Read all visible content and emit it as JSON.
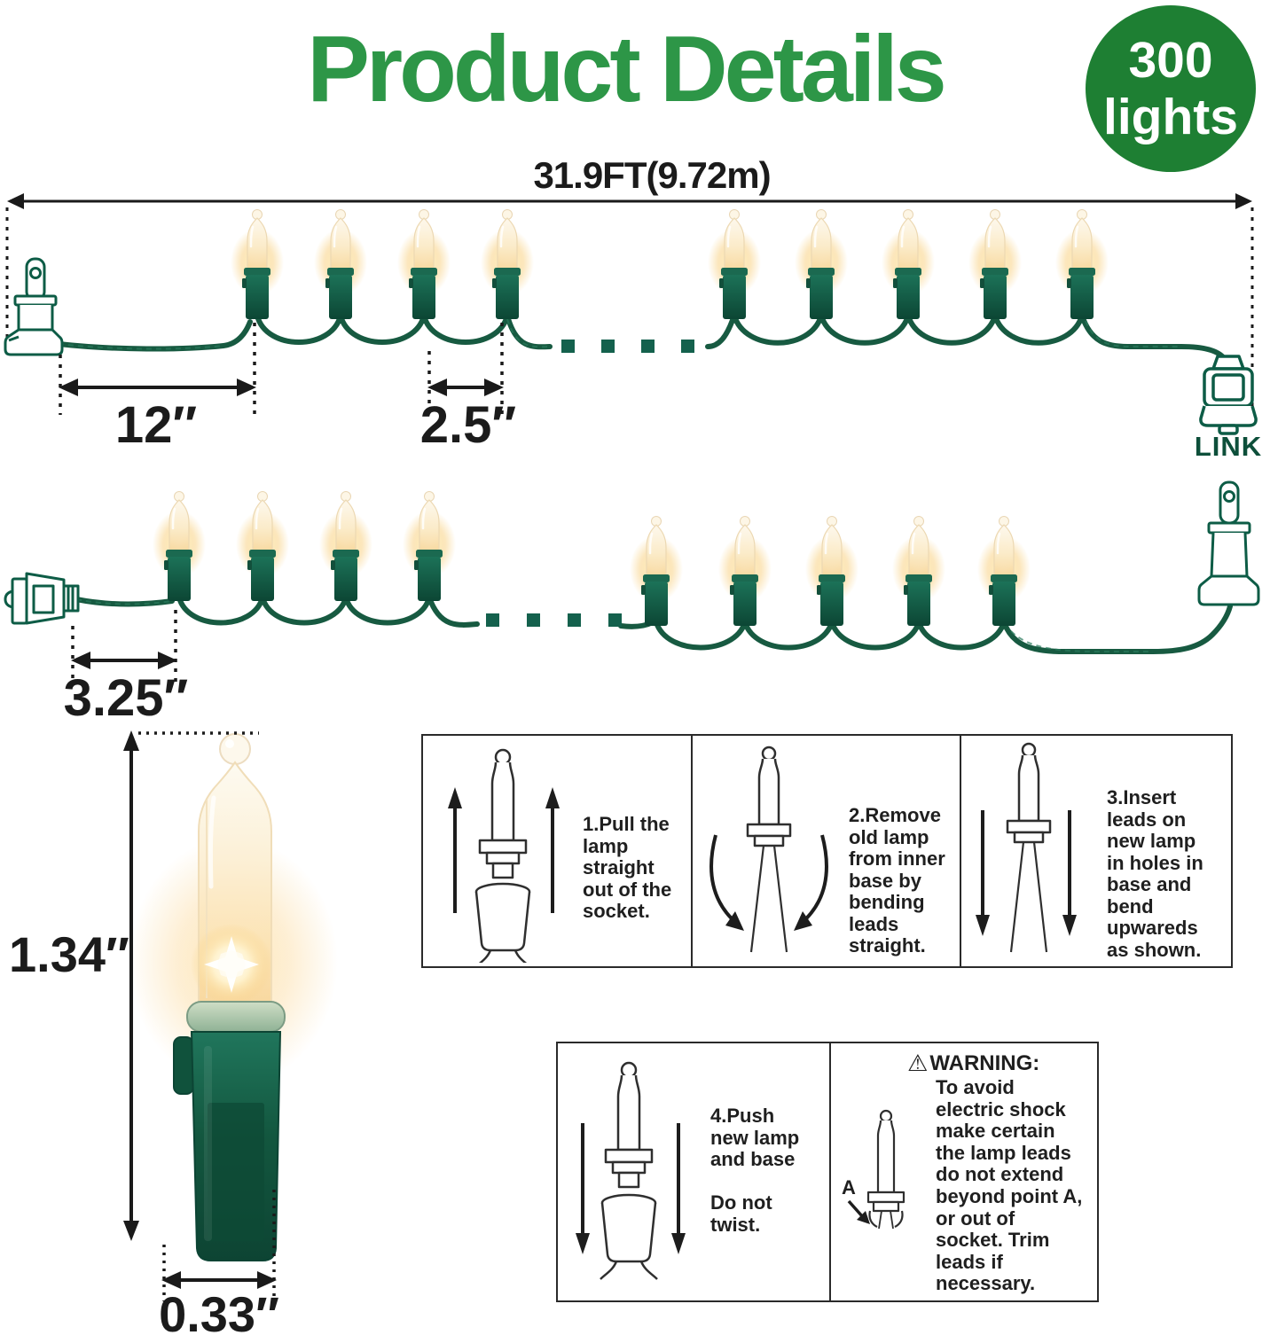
{
  "header": {
    "title": "Product Details",
    "badge_count": "300",
    "badge_label": "lights"
  },
  "dimensions": {
    "total_length": "31.9FT(9.72m)",
    "lead_spacing": "12″",
    "bulb_spacing": "2.5″",
    "connector_spacing": "3.25″",
    "bulb_height": "1.34″",
    "bulb_width": "0.33″"
  },
  "link_label": "LINK",
  "instructions": {
    "step1": "1.Pull the\nlamp\nstraight\nout of the\nsocket.",
    "step2": "2.Remove\nold lamp\nfrom inner\nbase by\nbending\nleads\nstraight.",
    "step3": "3.Insert\nleads on\nnew lamp\nin holes in\nbase and\nbend\nupwareds\nas shown.",
    "step4": "4.Push\nnew lamp\nand base\n\nDo not\ntwist.",
    "warning_icon": "⚠",
    "warning_title": "WARNING:",
    "warning_body": "To avoid\nelectric shock\nmake certain\nthe lamp leads\ndo not extend\nbeyond point A,\nor out of\nsocket. Trim\nleads if\nnecessary.",
    "point_label": "A"
  },
  "colors": {
    "title_green": "#2d9647",
    "badge_green": "#1e7f33",
    "string_green": "#14614d",
    "connector_outline": "#0d5c46",
    "warm_glow": "#f9cf7e",
    "ink": "#1b1b1b"
  }
}
